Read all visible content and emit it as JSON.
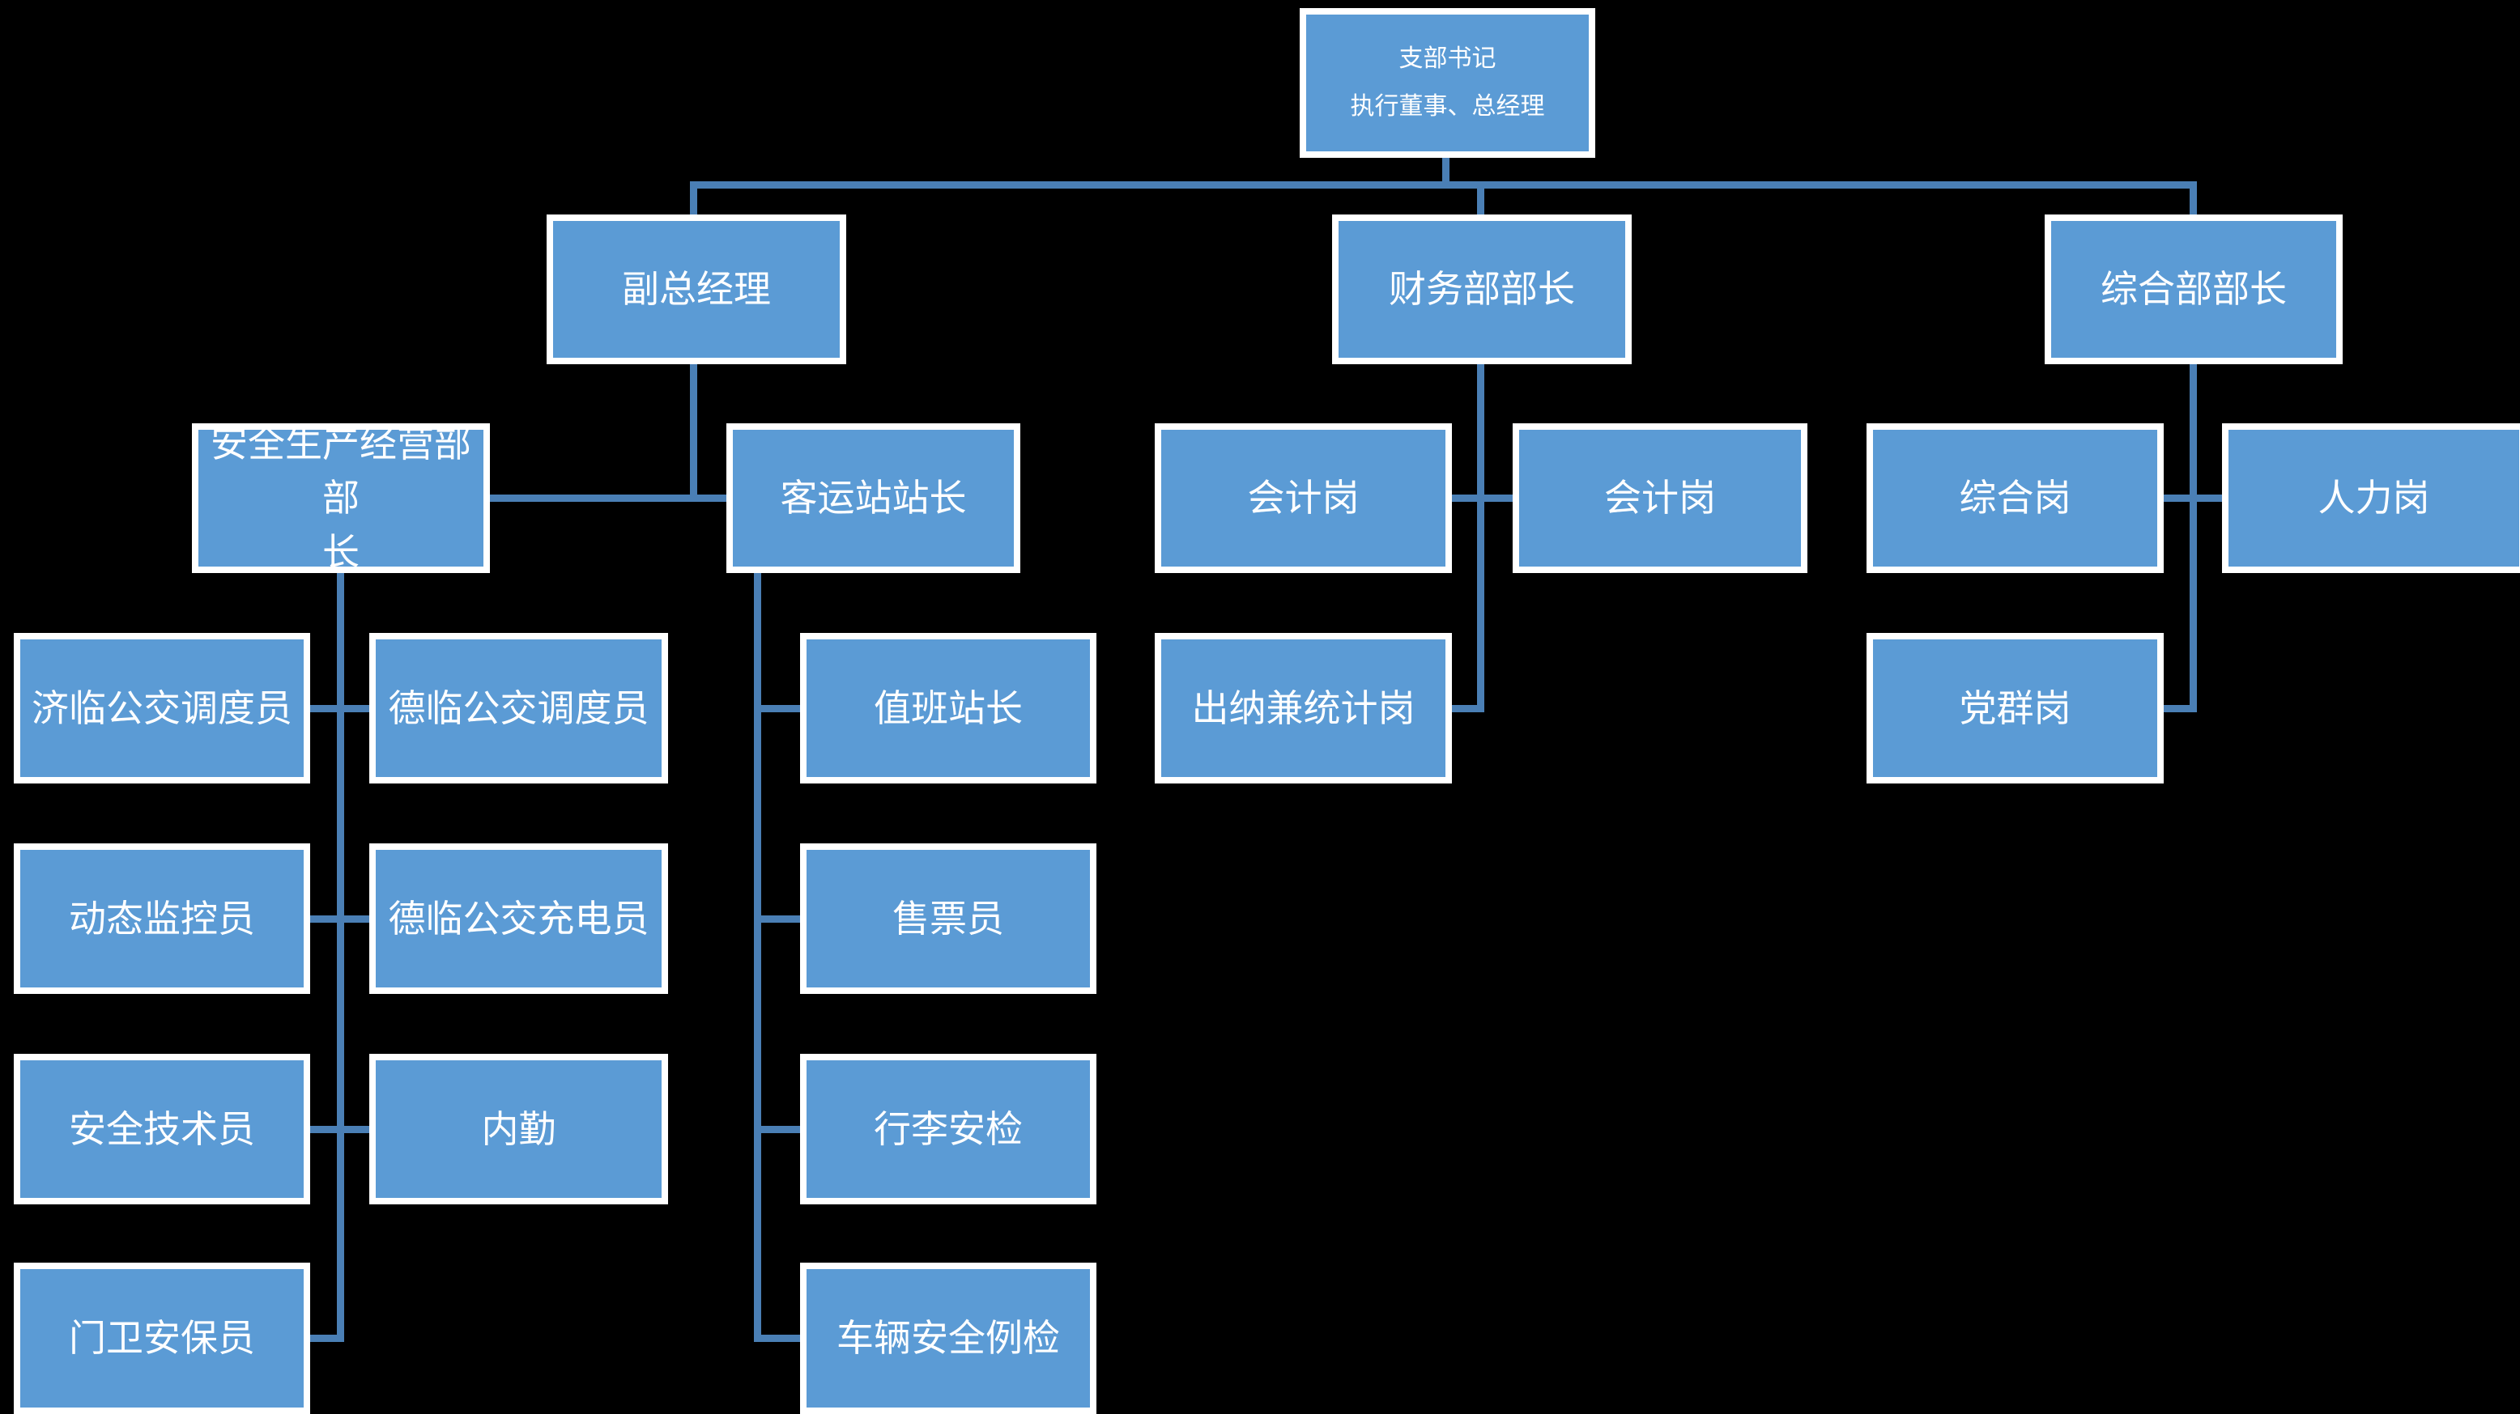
{
  "diagram": {
    "type": "org-chart",
    "colors": {
      "background": "#000000",
      "node_fill": "#5B9BD5",
      "node_border": "#FFFFFF",
      "connector": "#4A7FB5",
      "text": "#FFFFFF"
    }
  },
  "nodes": {
    "root": {
      "label": "支部书记\n执行董事、总经理"
    },
    "vice_gm": {
      "label": "副总经理"
    },
    "finance_head": {
      "label": "财务部部长"
    },
    "general_head": {
      "label": "综合部部长"
    },
    "safety_head": {
      "label": "安全生产经营部部\n长"
    },
    "station_master": {
      "label": "客运站站长"
    },
    "accountant1": {
      "label": "会计岗"
    },
    "accountant2": {
      "label": "会计岗"
    },
    "general_post": {
      "label": "综合岗"
    },
    "hr_post": {
      "label": "人力岗"
    },
    "jilin_dispatcher": {
      "label": "济临公交调度员"
    },
    "delin_dispatcher": {
      "label": "德临公交调度员"
    },
    "duty_master": {
      "label": "值班站长"
    },
    "cashier": {
      "label": "出纳兼统计岗"
    },
    "party_post": {
      "label": "党群岗"
    },
    "monitor": {
      "label": "动态监控员"
    },
    "delin_charger": {
      "label": "德临公交充电员"
    },
    "ticket_seller": {
      "label": "售票员"
    },
    "safety_tech": {
      "label": "安全技术员"
    },
    "internal": {
      "label": "内勤"
    },
    "baggage": {
      "label": "行李安检"
    },
    "vehicle_check": {
      "label": "车辆安全例检"
    }
  },
  "edges": [
    {
      "from": "root",
      "to": "vice_gm"
    },
    {
      "from": "root",
      "to": "finance_head"
    },
    {
      "from": "root",
      "to": "general_head"
    },
    {
      "from": "vice_gm",
      "to": "safety_head"
    },
    {
      "from": "vice_gm",
      "to": "station_master"
    },
    {
      "from": "safety_head",
      "to": "jilin_dispatcher"
    },
    {
      "from": "safety_head",
      "to": "delin_dispatcher"
    },
    {
      "from": "safety_head",
      "to": "monitor"
    },
    {
      "from": "safety_head",
      "to": "delin_charger"
    },
    {
      "from": "safety_head",
      "to": "safety_tech"
    },
    {
      "from": "safety_head",
      "to": "internal"
    },
    {
      "from": "safety_head",
      "to": "guard"
    },
    {
      "from": "station_master",
      "to": "duty_master"
    },
    {
      "from": "station_master",
      "to": "ticket_seller"
    },
    {
      "from": "station_master",
      "to": "baggage"
    },
    {
      "from": "station_master",
      "to": "vehicle_check"
    },
    {
      "from": "finance_head",
      "to": "accountant1"
    },
    {
      "from": "finance_head",
      "to": "accountant2"
    },
    {
      "from": "finance_head",
      "to": "cashier"
    },
    {
      "from": "general_head",
      "to": "general_post"
    },
    {
      "from": "general_head",
      "to": "hr_post"
    },
    {
      "from": "general_head",
      "to": "party_post"
    }
  ],
  "nodes_extra": {
    "guard": {
      "label": "门卫安保员"
    }
  }
}
